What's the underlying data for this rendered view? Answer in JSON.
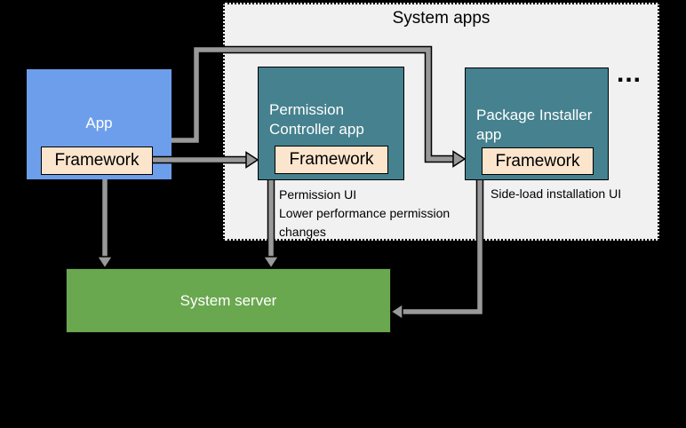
{
  "colors": {
    "background": "#000000",
    "container_fill": "#f1f1f1",
    "container_border": "#000000",
    "app_blue": "#6d9eeb",
    "system_app_teal": "#45818e",
    "server_green": "#6aa84f",
    "framework_cream": "#fce5cd",
    "arrow_gray": "#999999",
    "text_light": "#ffffff",
    "text_dark": "#000000"
  },
  "system_apps": {
    "title": "System apps",
    "ellipsis": "..."
  },
  "app": {
    "label": "App",
    "framework_label": "Framework"
  },
  "permission_controller": {
    "label": "Permission\nController app",
    "framework_label": "Framework",
    "note": "Permission UI\nLower performance permission\nchanges"
  },
  "package_installer": {
    "label": "Package Installer\napp",
    "framework_label": "Framework",
    "note": "Side-load installation UI"
  },
  "system_server": {
    "label": "System server"
  },
  "arrows": [
    {
      "name": "app-to-package-installer-arrow"
    },
    {
      "name": "app-framework-to-permission-controller-arrow"
    },
    {
      "name": "app-to-system-server-arrow"
    },
    {
      "name": "permission-controller-to-system-server-arrow"
    },
    {
      "name": "package-installer-to-system-server-arrow"
    }
  ]
}
